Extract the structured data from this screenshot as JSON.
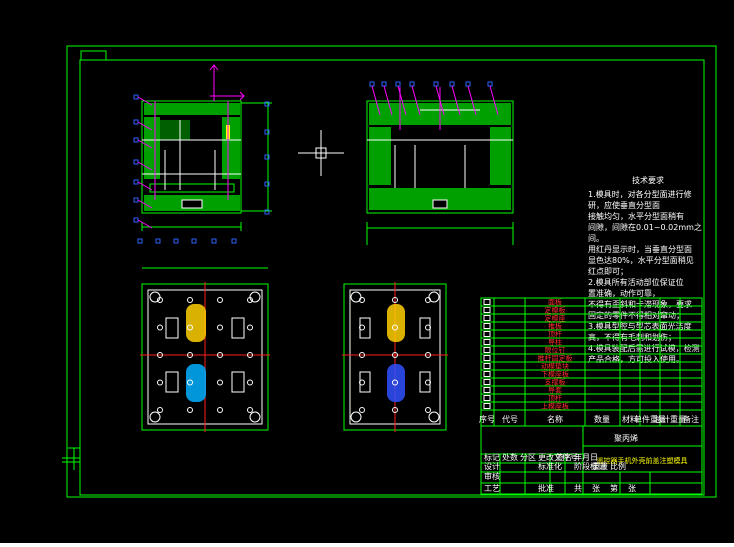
{
  "tech_req": {
    "title": "技术要求",
    "lines": [
      "1.模具时，对各分型面进行修",
      "研，应使垂直分型面",
      "接触均匀，水平分型面稍有",
      "间隙，间隙在0.01~0.02mm之",
      "间。",
      "用红丹显示时，当垂直分型面",
      "显色达80%，水平分型面稍见",
      "红点即可；",
      "2.模具所有活动部位保证位",
      "置准确，动作可靠，",
      "不得有歪斜和卡滞现象，要求",
      "固定的零件不得相对窜动；",
      "3.模具型腔与型芯表面光洁度",
      "高，不得有毛刺和划伤；",
      "4.模具装配后需进行试模，检测",
      "产品合格，方可投入使用。"
    ]
  },
  "parts_list": {
    "names": [
      "面板",
      "定模板",
      "定模座",
      "推板",
      "顶杆",
      "导柱",
      "限位钉",
      "推杆固定板",
      "动模垫块",
      "下模座板",
      "支撑板",
      "导套",
      "顶杆",
      "上模座板"
    ],
    "headers": [
      "序号",
      "代号",
      "名称",
      "数量",
      "材料",
      "单件重量",
      "总计重量",
      "备注"
    ]
  },
  "title_block": {
    "material": "聚丙烯",
    "drawing_name": "遥控器手机外壳前盖注塑模具",
    "rows": [
      [
        "标记",
        "处数",
        "分区",
        "更改文件号",
        "签名",
        "年月日"
      ],
      [
        "设计",
        "",
        "",
        "标准化",
        "",
        "阶段标记",
        "重量",
        "比例"
      ],
      [
        "审核",
        "",
        "",
        "",
        "",
        "",
        ""
      ],
      [
        "工艺",
        "",
        "",
        "批准",
        "",
        "共",
        "张",
        "第",
        "张"
      ]
    ]
  },
  "colors": {
    "background": "#000000",
    "frame": "#00ff00",
    "parting": "#ff00ff",
    "center_line": "#ff2020",
    "part_yellow": "#ffd000",
    "part_cyan": "#00b0ff"
  }
}
